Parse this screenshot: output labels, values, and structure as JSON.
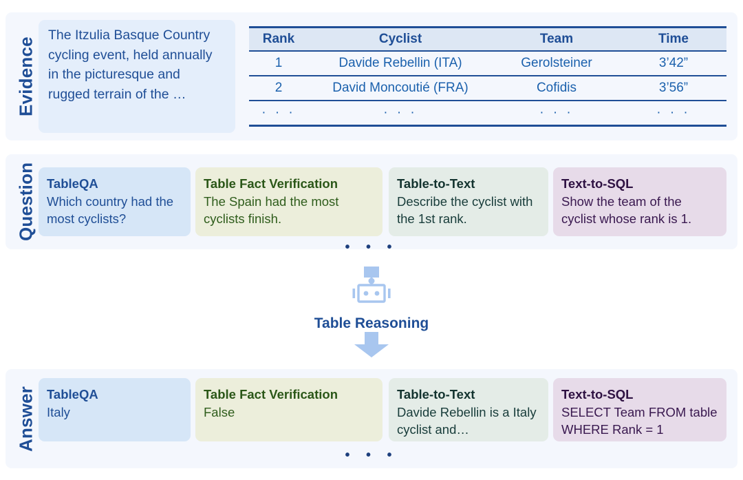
{
  "sections": {
    "evidence_label": "Evidence",
    "question_label": "Question",
    "answer_label": "Answer"
  },
  "evidence": {
    "text": "The Itzulia Basque Country cycling event, held annually in the picturesque and rugged terrain of the …",
    "table": {
      "headers": [
        "Rank",
        "Cyclist",
        "Team",
        "Time"
      ],
      "rows": [
        [
          "1",
          "Davide Rebellin (ITA)",
          "Gerolsteiner",
          "3’42”"
        ],
        [
          "2",
          "David Moncoutié (FRA)",
          "Cofidis",
          "3’56”"
        ],
        [
          "· · ·",
          "· · ·",
          "· · ·",
          "· · ·"
        ]
      ]
    }
  },
  "questions": [
    {
      "title": "TableQA",
      "body": "Which country had the most cyclists?",
      "color": "#d6e6f7"
    },
    {
      "title": "Table Fact Verification",
      "body": "The Spain had the most cyclists finish.",
      "color": "#eceedb"
    },
    {
      "title": "Table-to-Text",
      "body": "Describe the cyclist with the 1st rank.",
      "color": "#e4ece7"
    },
    {
      "title": "Text-to-SQL",
      "body": "Show the team of the cyclist whose rank is 1.",
      "color": "#e7dbe9"
    }
  ],
  "answers": [
    {
      "title": "TableQA",
      "body": "Italy",
      "color": "#d6e6f7"
    },
    {
      "title": "Table Fact Verification",
      "body": "False",
      "color": "#eceedb"
    },
    {
      "title": "Table-to-Text",
      "body": "Davide Rebellin is a Italy cyclist and…",
      "color": "#e4ece7"
    },
    {
      "title": "Text-to-SQL",
      "body": "SELECT Team FROM table WHERE Rank = 1",
      "color": "#e7dbe9"
    }
  ],
  "pipeline": {
    "reasoning_label": "Table Reasoning",
    "robot_icon": "robot-icon",
    "arrow_icon": "down-arrow-icon",
    "ellipsis": "• • •",
    "accent_blue": "#1f4e96",
    "arrow_blue": "#a8c6ef"
  }
}
